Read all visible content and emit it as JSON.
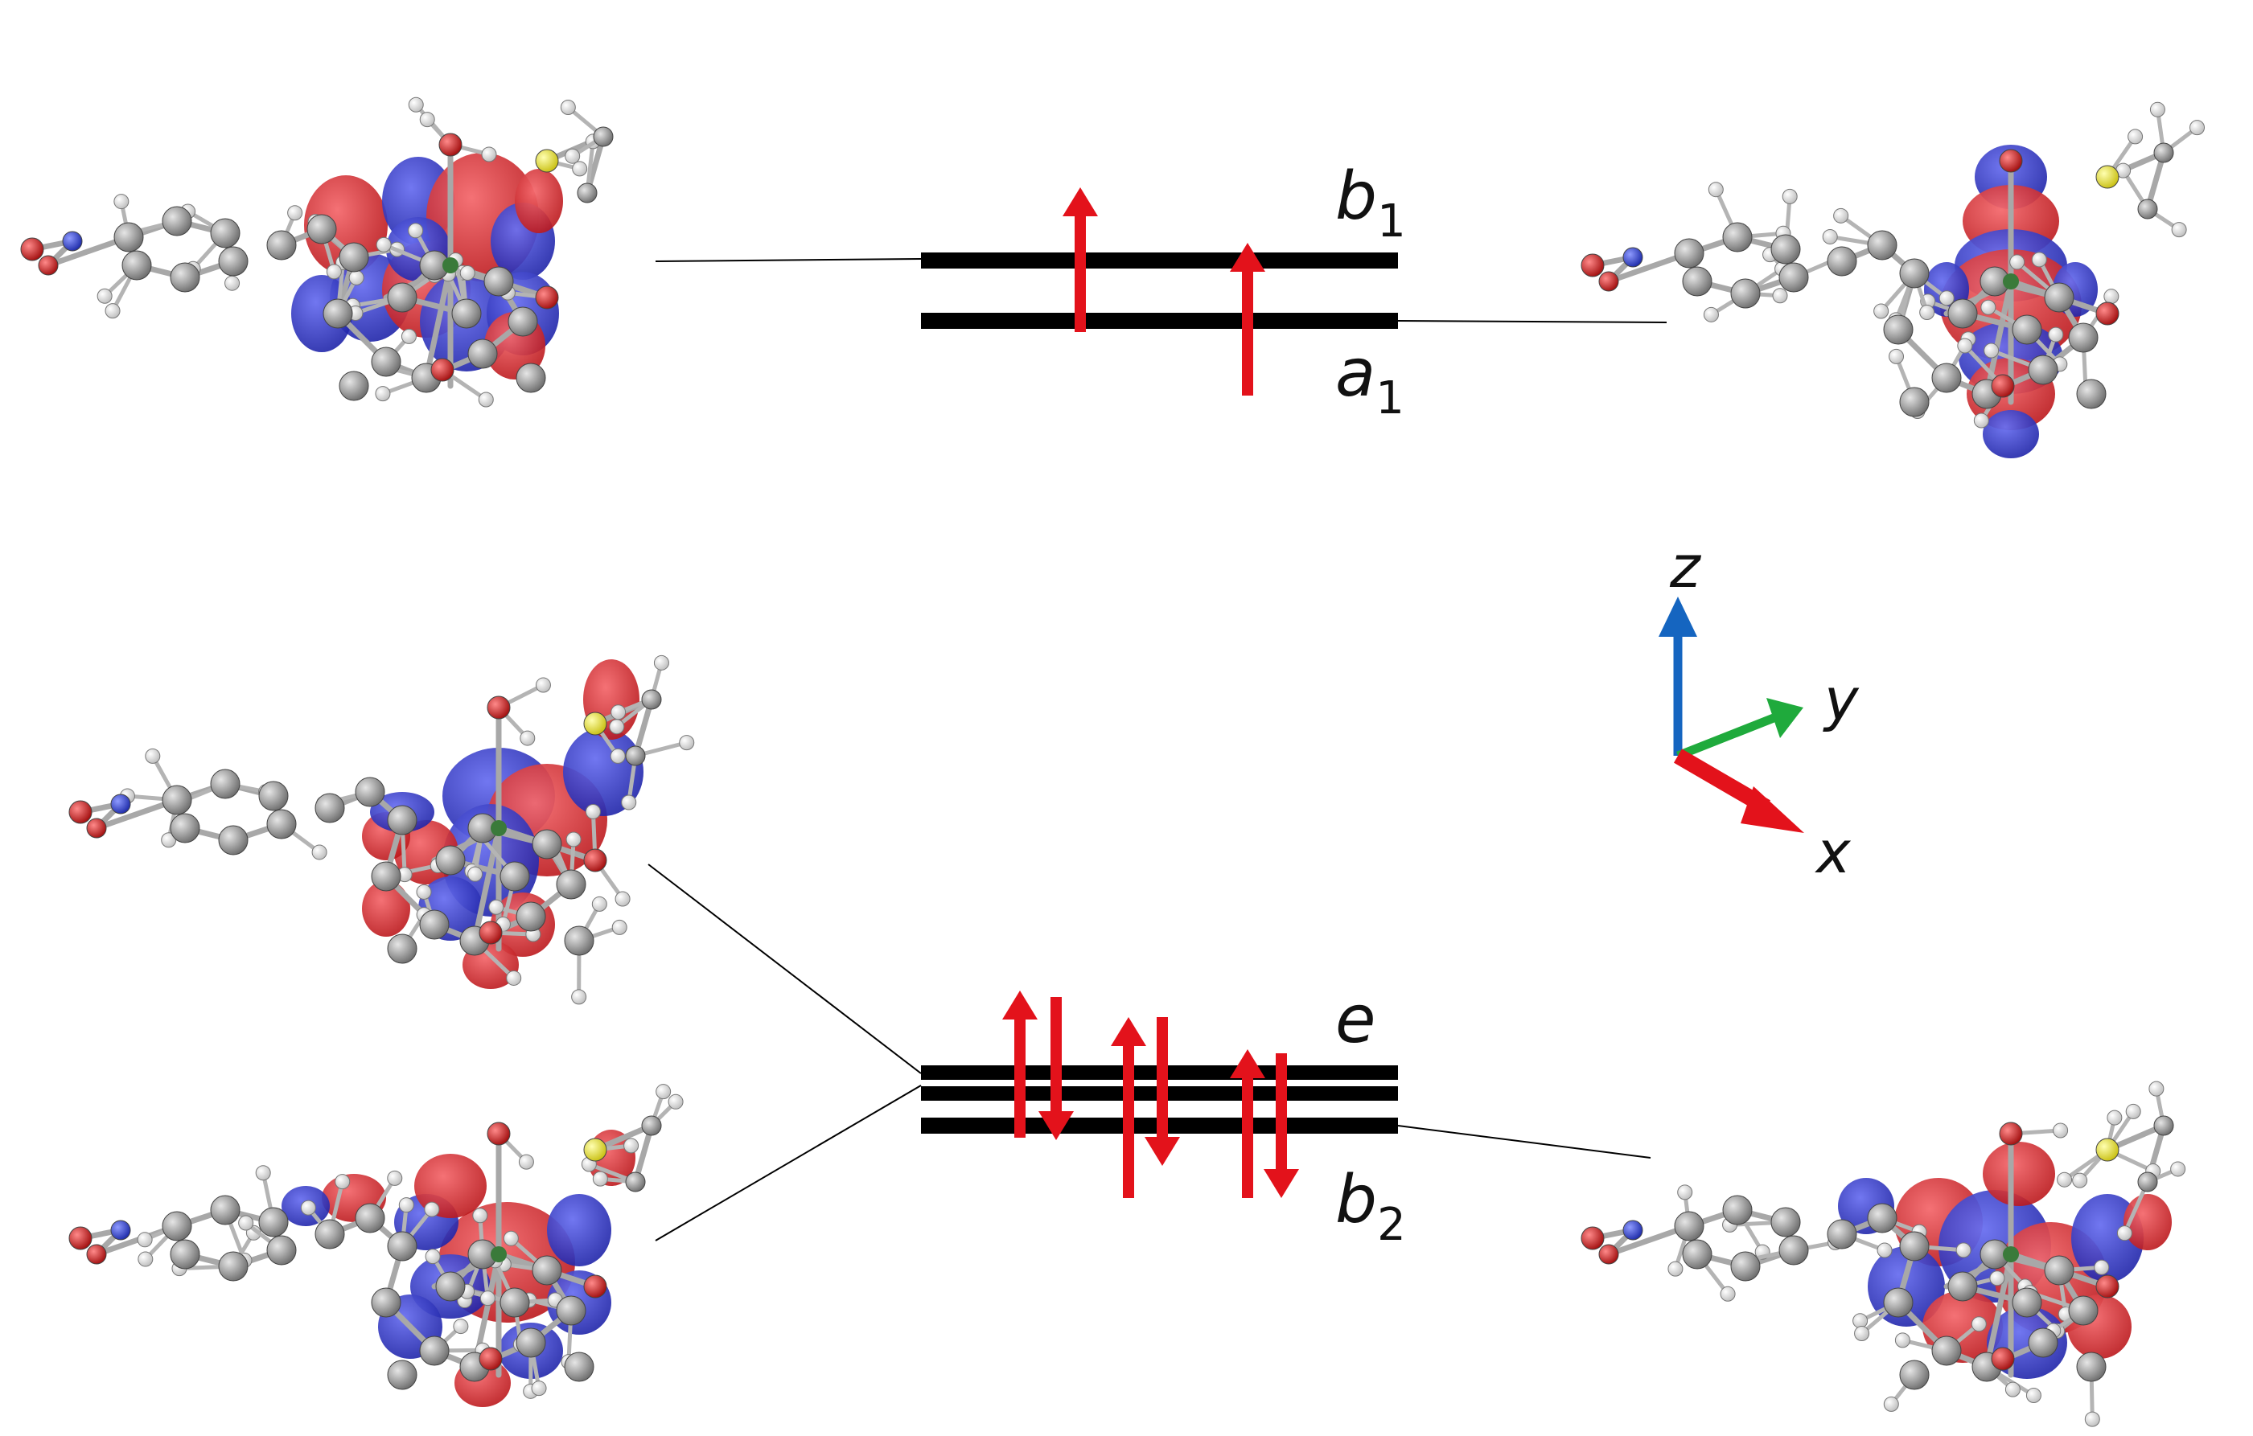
{
  "levels": {
    "b1": {
      "symbol": "b",
      "subscript": "1"
    },
    "a1": {
      "symbol": "a",
      "subscript": "1"
    },
    "e": {
      "symbol": "e",
      "subscript": ""
    },
    "b2": {
      "symbol": "b",
      "subscript": "2"
    }
  },
  "axes": {
    "z": {
      "label": "z",
      "color": "#1565c0"
    },
    "y": {
      "label": "y",
      "color": "#1faa3c"
    },
    "x": {
      "label": "x",
      "color": "#e3121b"
    }
  },
  "colors": {
    "level_line": "#000000",
    "spin_arrow": "#e3121b",
    "lobe_positive": "#d8272c",
    "lobe_negative": "#2d33c8",
    "carbon": "#8a8a8a",
    "hydrogen": "#f2f2f2",
    "oxygen": "#d11c1c",
    "nitrogen": "#2a3bd6",
    "sulfur": "#f2ec2c"
  },
  "icons": {
    "orbital_images": "molecular-orbital-isosurface"
  }
}
